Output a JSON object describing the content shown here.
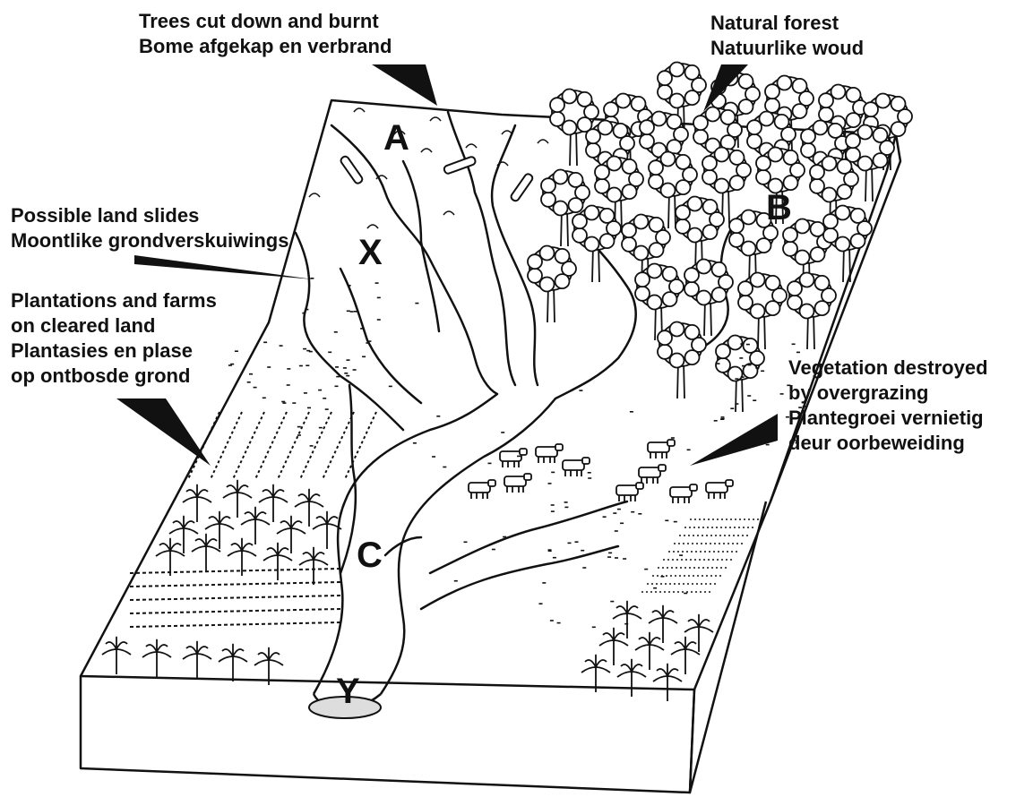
{
  "labels": {
    "trees_cut": [
      "Trees cut down and burnt",
      "Bome afgekap en verbrand"
    ],
    "natural_forest": [
      "Natural forest",
      "Natuurlike woud"
    ],
    "land_slides": [
      "Possible land slides",
      "Moontlike grondverskuiwings"
    ],
    "plantations": [
      "Plantations and farms",
      "on cleared land",
      "Plantasies en plase",
      "op ontbosde grond"
    ],
    "overgrazing": [
      "Vegetation destroyed",
      "by overgrazing",
      "Plantegroei vernietig",
      "deur oorbeweiding"
    ]
  },
  "markers": {
    "a": "A",
    "b": "B",
    "c": "C",
    "x": "X",
    "y": "Y"
  },
  "colors": {
    "ink": "#111111",
    "paper": "#ffffff"
  }
}
